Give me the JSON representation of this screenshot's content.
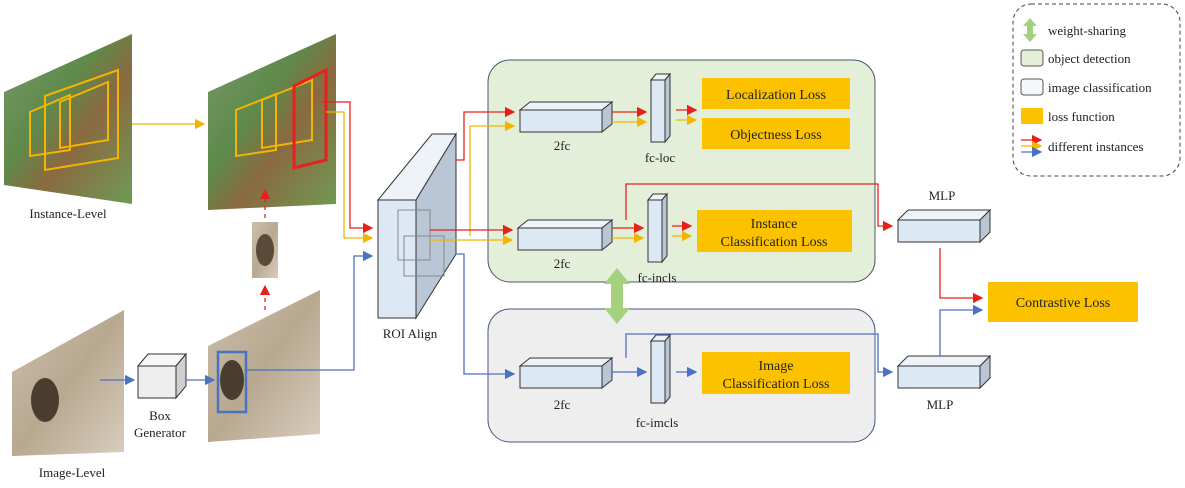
{
  "labels": {
    "instance_level": "Instance-Level",
    "image_level": "Image-Level",
    "box_generator_line1": "Box",
    "box_generator_line2": "Generator",
    "roi_align": "ROI Align",
    "fc2_top": "2fc",
    "fc2_mid": "2fc",
    "fc2_bottom": "2fc",
    "fc_loc": "fc-loc",
    "fc_incls": "fc-incls",
    "fc_imcls": "fc-imcls",
    "mlp_top": "MLP",
    "mlp_bottom": "MLP"
  },
  "losses": {
    "localization": "Localization Loss",
    "objectness": "Objectness Loss",
    "instance_cls_line1": "Instance",
    "instance_cls_line2": "Classification Loss",
    "image_cls_line1": "Image",
    "image_cls_line2": "Classification Loss",
    "contrastive": "Contrastive Loss"
  },
  "legend": {
    "weight_sharing": "weight-sharing",
    "object_detection": "object detection",
    "image_classification": "image classification",
    "loss_function": "loss function",
    "different_instances": "different instances"
  },
  "colors": {
    "object_detection_fill": "#e3efd8",
    "image_classification_fill": "#eeeeee",
    "loss_fill": "#fcc200",
    "fc_block_fill": "#dde8f5",
    "arrow_red": "#e8201c",
    "arrow_orange": "#f4b400",
    "arrow_blue": "#4a72c4",
    "weight_sharing_green": "#a4d17e"
  }
}
